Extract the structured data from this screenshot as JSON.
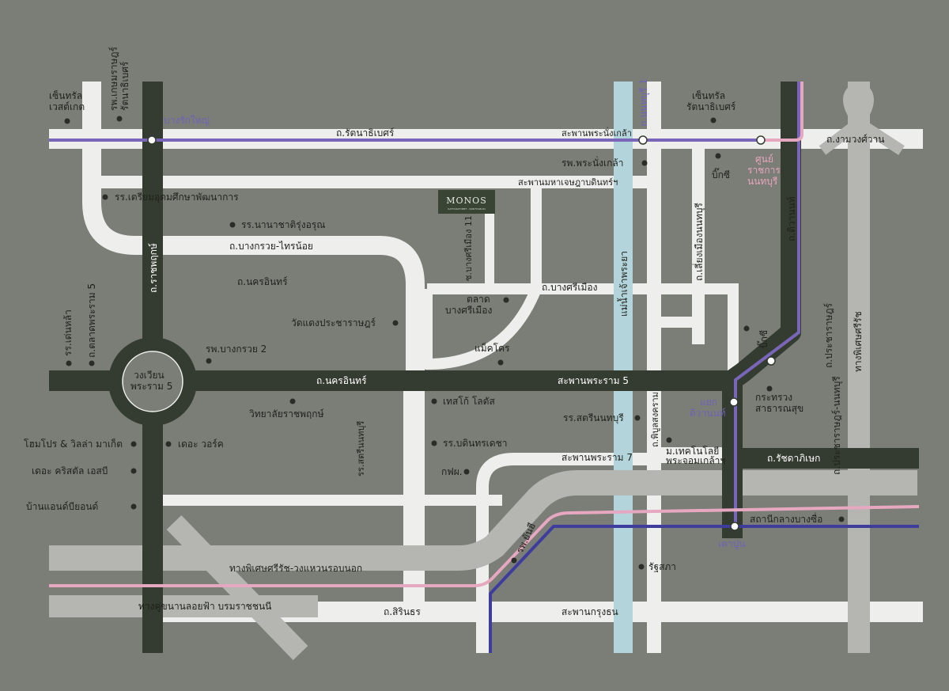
{
  "colors": {
    "background": "#7b7d77",
    "road_main": "#eeefec",
    "expressway": "#b5b6b2",
    "arterial_dark": "#343b30",
    "river": "#b3d4da",
    "purple_line": "#7a66b8",
    "pink_line": "#e6a8c0",
    "blue_line": "#3e3d9e",
    "poi_dot": "#2a2c27",
    "logo_box": "#3a4435"
  },
  "logo": {
    "text": "MONOS",
    "subtext": "RATTANATHIBET - NONTHABURI"
  },
  "labels": {
    "central_westgate": [
      "เซ็นทรัล",
      "เวสต์เกต"
    ],
    "kasemrad_hospital": [
      "รพ.เกษมราษฎร์",
      "รัตนาธิเบศร์"
    ],
    "bang_rak_yai": "บางรักใหญ่",
    "rattanathibet_rd": "ถ.รัตนาธิเบศร์",
    "phra_nang_klao_bridge": "สะพานพระนั่งเกล้า",
    "central_rattanathibet": [
      "เซ็นทรัล",
      "รัตนาธิเบศร์"
    ],
    "ngamwongwan_rd": "ถ.งามวงศ์วาน",
    "nonthaburi_1_rd": "ถ.นนทบุรี 1",
    "phra_nang_klao_hospital": "รพ.พระนั่งเกล้า",
    "big_c_1": "บิ๊กซี",
    "gov_center": [
      "ศูนย์",
      "ราชการ",
      "นนทบุรี"
    ],
    "maha_chesadabodindranusorn_bridge": "สะพานมหาเจษฎาบดินทร์ฯ",
    "triam_udom": "รร.เตรียมอุดมศึกษาพัฒนาการ",
    "nanachart_school": "รร.นานาชาติรุ่งอรุณ",
    "bang_kruai_sai_noi_rd": "ถ.บางกรวย-ไทรน้อย",
    "ratchaphruek_rd": "ถ.ราชพฤกษ์",
    "bang_si_muang_11": "ซ.บางศรีเมือง 11",
    "chao_phraya_river": "แม่น้ำเจ้าพระยา",
    "liang_muang_rd": "ถ.เลี่ยงเมืองนนทบุรี",
    "tiwanon_rd": "ถ.ติวานนท์",
    "nakhon_in_rd_1": "ถ.นครอินทร์",
    "bang_si_muang_rd": "ถ.บางศรีเมือง",
    "bang_si_muang_market": [
      "ตลาด",
      "บางศรีเมือง"
    ],
    "sanitwong_school": "รร.เด่นหล้า",
    "rama5_rd": "ถ.ตลาดพระราม 5",
    "wat_daeng": "วัดแดงประชาราษฎร์",
    "big_c_2": "บิ๊กซี",
    "bang_kruai_hospital": "รพ.บางกรวย 2",
    "makro": "แม็คโคร",
    "rama5_circle": [
      "วงเวียน",
      "พระราม 5"
    ],
    "nakhon_in_rd_2": "ถ.นครอินทร์",
    "rama5_bridge": "สะพานพระราม 5",
    "tiwanon_junction": [
      "แยก",
      "ติวานนท์"
    ],
    "ministry_public_health": [
      "กระทรวง",
      "สาธารณสุข"
    ],
    "prachachuen_rd": "ถ.ประชาราษฎร์",
    "ratchaphruek_college": "วิทยาลัยราชพฤกษ์",
    "tesco_lotus": "เทสโก้ โลตัส",
    "pakkret_rd": "ถ.ประชาราษฎร์-นนทบุรี",
    "kingmongkut_tech": [
      "ม.เทคโนโลยี",
      "พระจอมเกล้าฯ"
    ],
    "satrinonthaburi": "รร.สตรีนนทบุรี",
    "ramintra_rd": "ถ.พิบูลสงคราม",
    "bang_sue_expressway": "ทางพิเศษศรีรัช",
    "homepro": "โฮมโปร & วิลล่า มาเก็ต",
    "the_walk": "เดอะ วอร์ค",
    "bandit_school": "รร.บดินทรเดชา",
    "rama7_bridge": "สะพานพระราม 7",
    "ratchadaphisek_rd": "ถ.รัชดาภิเษก",
    "crystal_park": "เดอะ คริสตัล เอสบี",
    "egat": "กฟผ.",
    "ban_and_beyond": "บ้านแอนด์บียอนด์",
    "bang_sue_station": "สถานีกลางบางซื่อ",
    "yanhee_hospital": "รพ.ยันฮี",
    "tao_poon": "เตาปูน",
    "sirat_outer_ring": "ทางพิเศษศรีรัช-วงแหวนรอบนอก",
    "parliament": "รัฐสภา",
    "borommaratchachonnani": "ทางคู่ขนานลอยฟ้า บรมราชชนนี",
    "sirindhorn_rd": "ถ.สิรินธร",
    "krung_thon_bridge": "สะพานกรุงธน"
  }
}
